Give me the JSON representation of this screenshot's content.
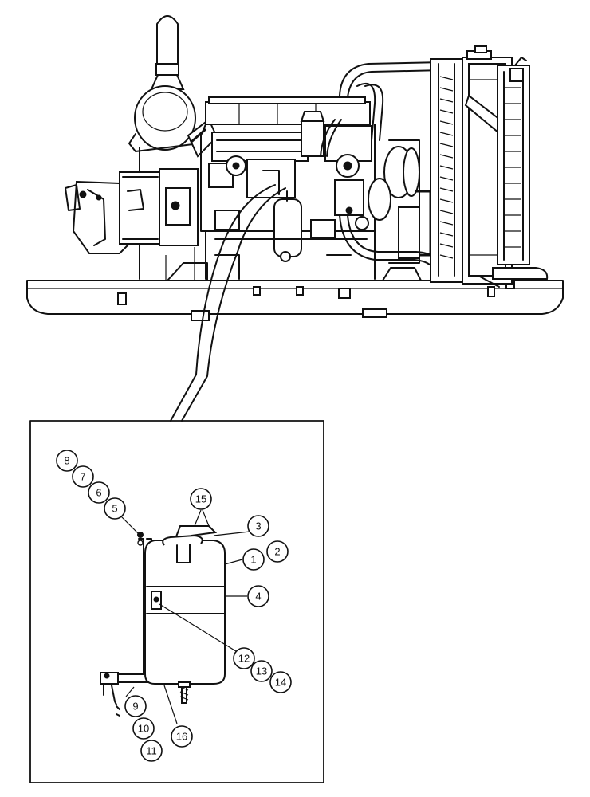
{
  "callouts": [
    {
      "id": "8",
      "label": "8"
    },
    {
      "id": "7",
      "label": "7"
    },
    {
      "id": "6",
      "label": "6"
    },
    {
      "id": "5",
      "label": "5"
    },
    {
      "id": "15",
      "label": "15"
    },
    {
      "id": "3",
      "label": "3"
    },
    {
      "id": "1",
      "label": "1"
    },
    {
      "id": "2",
      "label": "2"
    },
    {
      "id": "4",
      "label": "4"
    },
    {
      "id": "12",
      "label": "12"
    },
    {
      "id": "13",
      "label": "13"
    },
    {
      "id": "14",
      "label": "14"
    },
    {
      "id": "9",
      "label": "9"
    },
    {
      "id": "10",
      "label": "10"
    },
    {
      "id": "11",
      "label": "11"
    },
    {
      "id": "16",
      "label": "16"
    }
  ]
}
